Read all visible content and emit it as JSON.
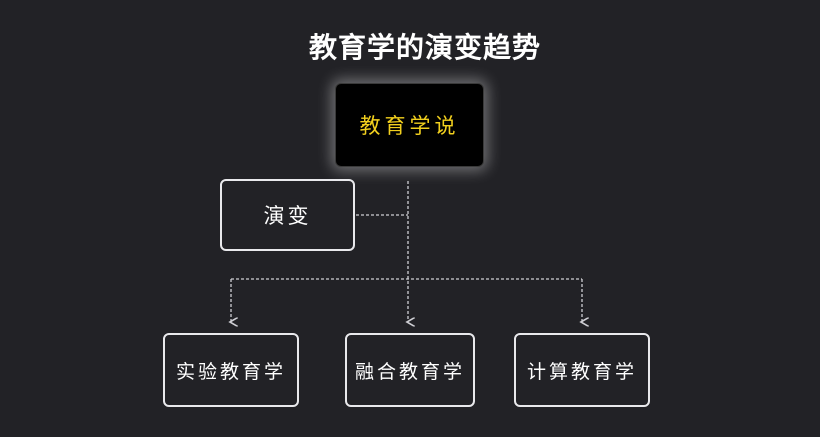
{
  "diagram": {
    "title": "教育学的演变趋势",
    "root_label": "教育学说",
    "side_label": "演变",
    "children": [
      {
        "label": "实验教育学"
      },
      {
        "label": "融合教育学"
      },
      {
        "label": "计算教育学"
      }
    ],
    "colors": {
      "background": "#222226",
      "root_text": "#f2d01e",
      "root_fill": "#000000",
      "line": "#cfcfd4",
      "text": "#ffffff"
    }
  }
}
